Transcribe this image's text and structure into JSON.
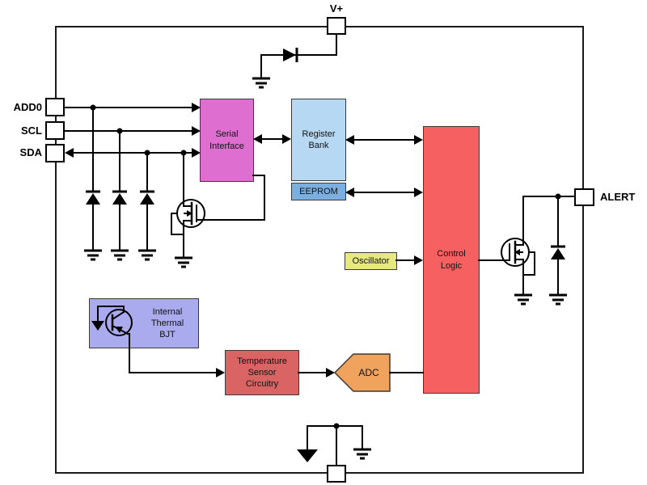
{
  "pins": {
    "vplus": "V+",
    "add0": "ADD0",
    "scl": "SCL",
    "sda": "SDA",
    "alert": "ALERT"
  },
  "blocks": {
    "serial_interface": {
      "label": "Serial\nInterface",
      "color": "#DF6ED1"
    },
    "register_bank": {
      "label": "Register\nBank",
      "color": "#B7D8F2"
    },
    "eeprom": {
      "label": "EEPROM",
      "color": "#7AAFE0"
    },
    "control_logic": {
      "label": "Control\nLogic",
      "color": "#F66060"
    },
    "oscillator": {
      "label": "Oscillator",
      "color": "#E7E97F"
    },
    "adc": {
      "label": "ADC",
      "color": "#F0A35C"
    },
    "temperature_sensor": {
      "label": "Temperature\nSensor\nCircuitry",
      "color": "#DA6363"
    },
    "internal_thermal_bjt": {
      "label": "Internal\nThermal\nBJT",
      "color": "#AAABEE"
    }
  },
  "colors": {
    "wire": "#000000",
    "chip_border": "#1A1A1A",
    "block_border": "#3A3A3A",
    "pin_fill": "#FFFFFF"
  }
}
